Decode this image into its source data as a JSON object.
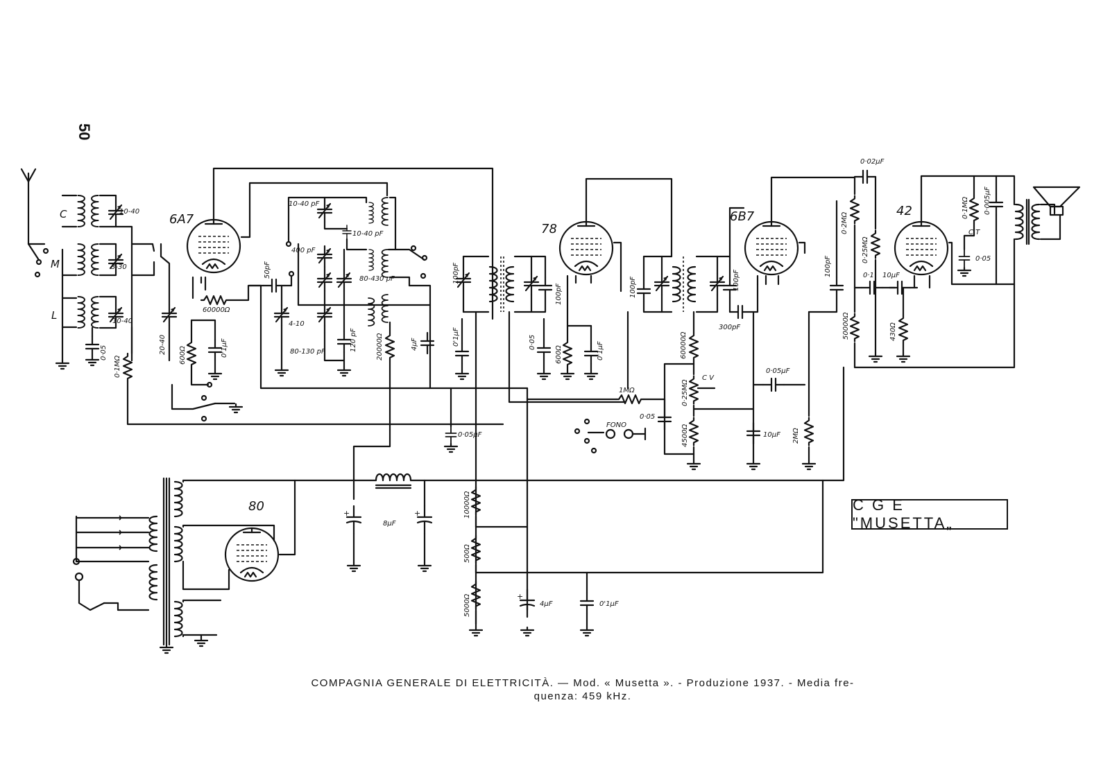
{
  "page_number": "50",
  "model_box": "C G E \"MUSETTA„",
  "caption": {
    "line1": "COMPAGNIA GENERALE DI ELETTRICITÀ. — Mod. « Musetta ». - Produzione 1937. - Media fre-",
    "line2": "quenza: 459 kHz."
  },
  "tubes": {
    "t6a7": "6A7",
    "t78": "78",
    "t6b7": "6B7",
    "t42": "42",
    "t80": "80"
  },
  "coil_labels": {
    "c": "C",
    "m": "M",
    "l": "L"
  },
  "fono": "FONO",
  "cv": "C V",
  "ct": "C T",
  "component_labels": {
    "c1040a": "10-40",
    "c330": "3-30",
    "c1040b": "10-40",
    "c005a": "0·05",
    "r01m": "0·1MΩ",
    "c2040": "20-40",
    "r600a": "600Ω",
    "c01a": "0'1μF",
    "r60000": "60000Ω",
    "c50pf": "50pF",
    "c410": "4-10",
    "c1040pf": "10-40 pF",
    "c1040pf2": "10-40 pF",
    "c400pf": "400 pF",
    "c80430": "80-430 pF",
    "c80130": "80-130 pF",
    "c120": "120 pF",
    "r20000": "20000Ω",
    "c4uf": "4μF",
    "c100pf": "100pF",
    "c01b": "0'1μF",
    "c005b": "0·05",
    "c005uf": "0·05μF",
    "r600b": "600Ω",
    "c100pf2": "100pF",
    "c01c": "0'1μF",
    "c100pf3": "100pF",
    "c100pf4": "100pF",
    "r60000b": "60000Ω",
    "c300pf": "300pF",
    "r1m": "1MΩ",
    "c005c": "0·05",
    "r025m": "0·25MΩ",
    "r4500": "4500Ω",
    "c005uf2": "0·05μF",
    "c10uf": "10μF",
    "r2m": "2MΩ",
    "r02m": "0·2MΩ",
    "r025m2": "0·25MΩ",
    "c002pf": "0·02μF",
    "c01d": "0·1",
    "c10uf2": "10μF",
    "r430": "430Ω",
    "r50000": "50000Ω",
    "r01m2": "0·1MΩ",
    "c005d": "0·05",
    "c005e": "0·005μF",
    "c8uf": "8μF",
    "r10000": "10000Ω",
    "r500": "500Ω",
    "r5000": "5000Ω",
    "c4uf2": "4μF",
    "c01e": "0'1μF"
  }
}
